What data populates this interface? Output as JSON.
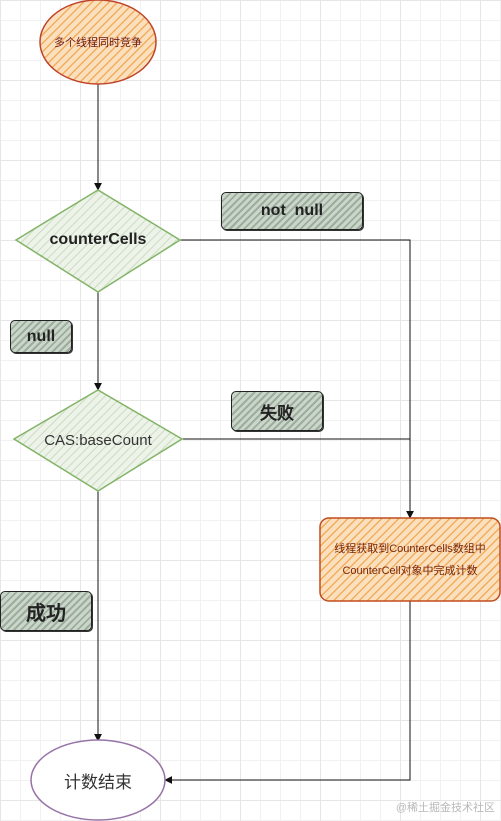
{
  "diagram": {
    "start_node": "多个线程同时竞争",
    "decision_1": "counterCells",
    "decision_2": "CAS:baseCount",
    "process_node_line1": "线程获取到CounterCells数组中",
    "process_node_line2": "CounterCell对象中完成计数",
    "end_node": "计数结束",
    "edge_not_null": "not  null",
    "edge_null": "null",
    "edge_fail": "失败",
    "edge_success": "成功"
  },
  "watermark": "@稀土掘金技术社区",
  "colors": {
    "start_stroke": "#c0442a",
    "start_hatch": "#f0a64a",
    "decision_stroke": "#82b366",
    "decision_hatch": "#c9dcc0",
    "process_stroke": "#c24c1d",
    "process_hatch": "#f2a25a",
    "end_stroke": "#9673a6"
  }
}
